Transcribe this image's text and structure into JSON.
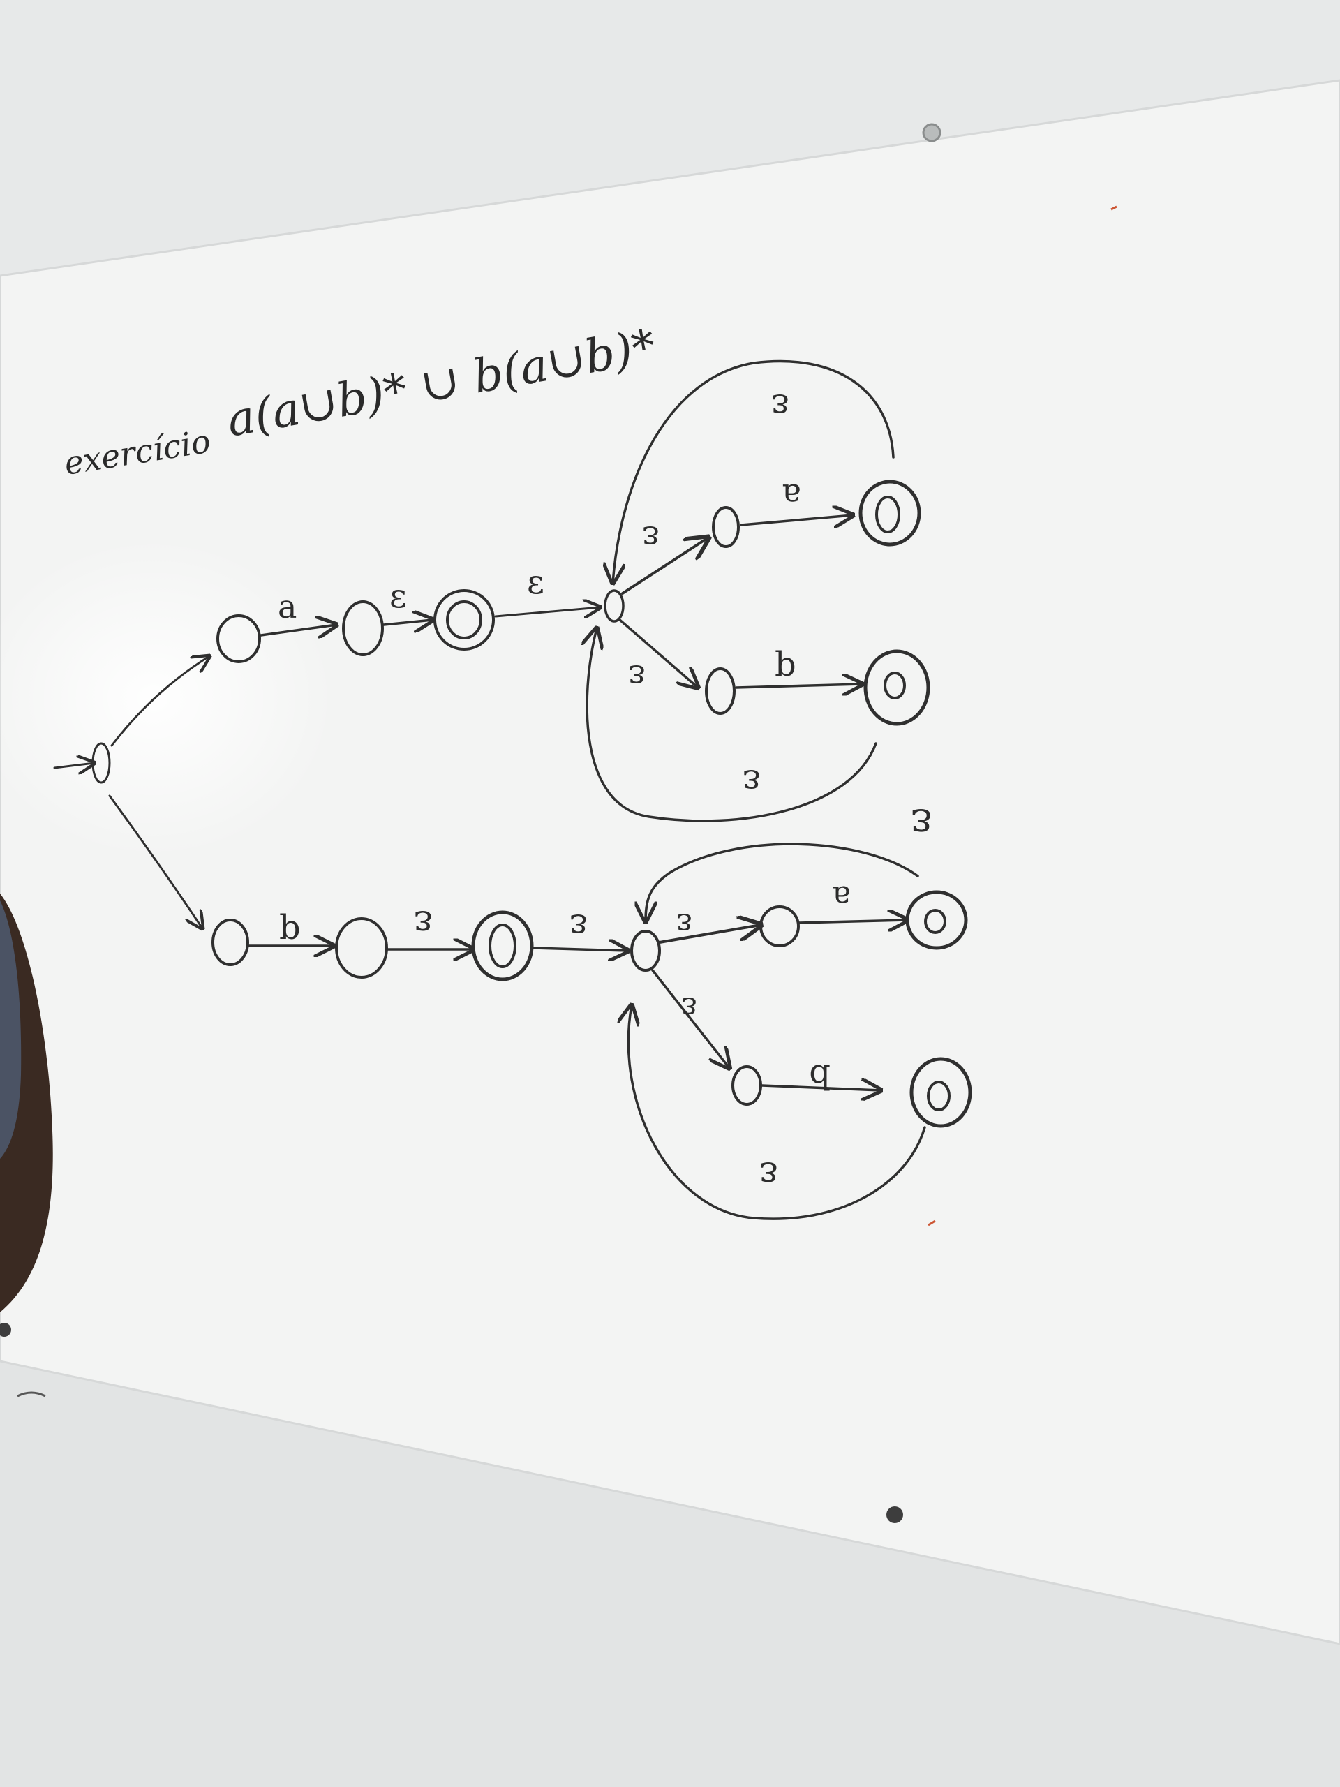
{
  "board": {
    "heading_word": "exercício",
    "expression": "a(a∪b)* ∪ b(a∪b)*"
  },
  "automaton": {
    "upper": {
      "first_symbol": "a",
      "link_1": "ε",
      "link_2": "ε",
      "branch_a_in": "ε",
      "branch_a_symbol": "a",
      "branch_a_loop": "ε",
      "branch_b_in": "ε",
      "branch_b_symbol": "b",
      "branch_b_loop": "ε"
    },
    "lower": {
      "first_symbol": "b",
      "link_1": "ε",
      "link_2": "ε",
      "branch_a_in": "ε",
      "branch_a_symbol": "a",
      "branch_a_loop": "ε",
      "branch_b_in": "ε",
      "branch_b_symbol": "b",
      "branch_b_loop": "ε"
    }
  },
  "colors": {
    "board": "#f4f5f4",
    "wall": "#e6e8e8",
    "marker": "#2f2f2f",
    "shadow": "#3b2a20"
  }
}
